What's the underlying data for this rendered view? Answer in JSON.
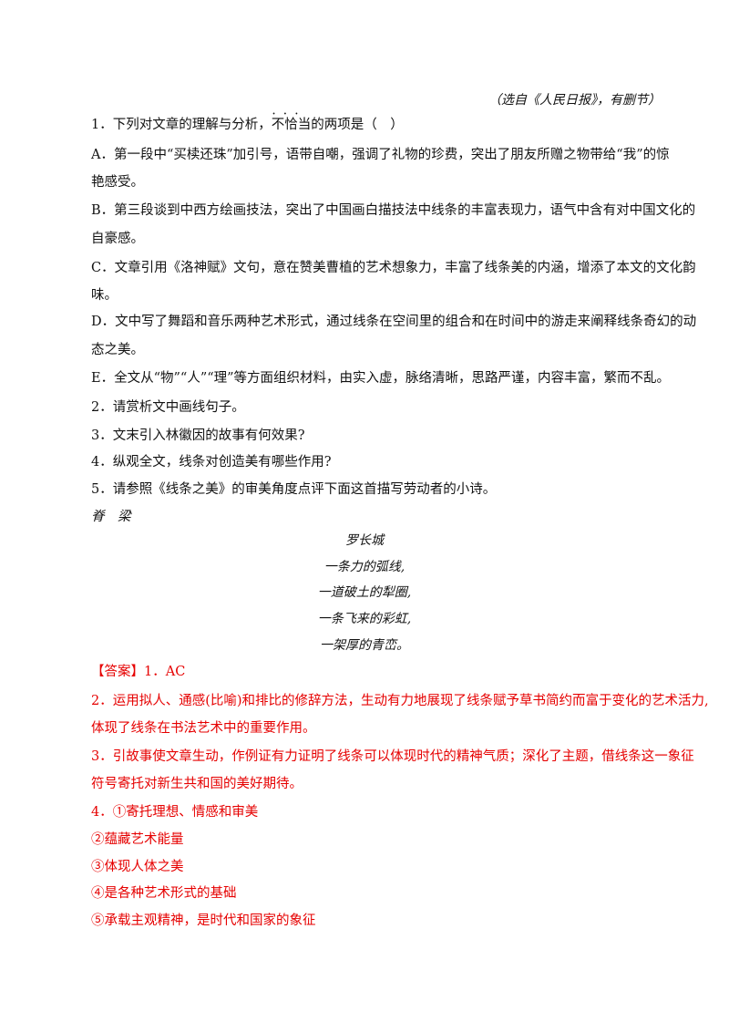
{
  "source_note": "（选自《人民日报》，有删节）",
  "questions": {
    "q1": {
      "before": "1．下列对文章的理解与分析，",
      "emph": "不恰当",
      "after": "的两项是（　）"
    },
    "optA_1": "A．第一段中“买椟还珠”加引号，语带自嘲，强调了礼物的珍费，突出了朋友所赠之物带给“我”的惊",
    "optA_2": "艳感受。",
    "optB_1": "B．第三段谈到中西方绘画技法，突出了中国画白描技法中线条的丰富表现力，语气中含有对中国文化的",
    "optB_2": "自豪感。",
    "optC_1": "C．文章引用《洛神赋》文句，意在赞美曹植的艺术想象力，丰富了线条美的内涵，增添了本文的文化韵",
    "optC_2": "味。",
    "optD_1": "D．文中写了舞蹈和音乐两种艺术形式，通过线条在空间里的组合和在时间中的游走来阐释线条奇幻的动",
    "optD_2": "态之美。",
    "optE": "E．全文从“物”“人”“理”等方面组织材料，由实入虚，脉络清晰，思路严谨，内容丰富，繁而不乱。",
    "q2": "2．请赏析文中画线句子。",
    "q3": "3．文末引入林徽因的故事有何效果?",
    "q4": "4．纵观全文，线条对创造美有哪些作用?",
    "q5": "5．请参照《线条之美》的审美角度点评下面这首描写劳动者的小诗。"
  },
  "poem": {
    "title": "脊　梁",
    "author": "罗长城",
    "lines": [
      "一条力的弧线,",
      "一道破土的犁圈,",
      "一条飞来的彩虹,",
      "一架厚的青峦。"
    ]
  },
  "answers": {
    "tag": "【答案】",
    "a1": "1．AC",
    "a2_1": "2．运用拟人、通感(比喻)和排比的修辞方法，生动有力地展现了线条赋予草书简约而富于变化的艺术活力,",
    "a2_2": "体现了线条在书法艺术中的重要作用。",
    "a3_1": "3．引故事使文章生动，作例证有力证明了线条可以体现时代的精神气质；深化了主题，借线条这一象征",
    "a3_2": "符号寄托对新生共和国的美好期待。",
    "a4_head": "4．①寄托理想、情感和审美",
    "a4_items": [
      "②蕴藏艺术能量",
      "③体现人体之美",
      "④是各种艺术形式的基础",
      "⑤承载主观精神，是时代和国家的象征"
    ]
  },
  "colors": {
    "answer_red": "#e60000",
    "text": "#111111"
  }
}
